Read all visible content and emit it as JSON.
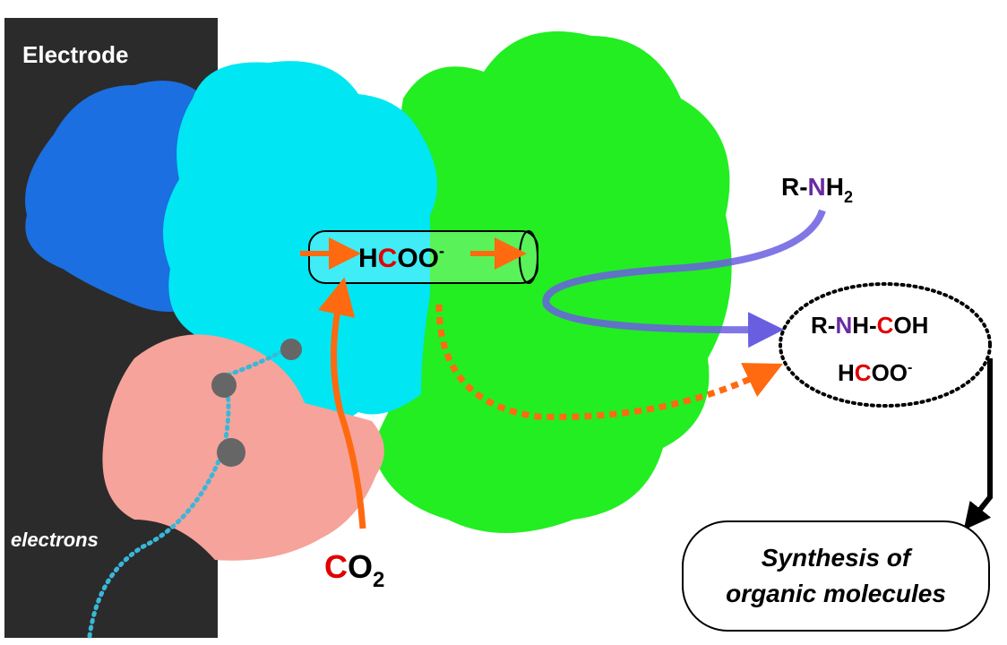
{
  "labels": {
    "electrode": "Electrode",
    "electrons": "electrons",
    "co2": {
      "c": "C",
      "o": "O",
      "sub": "2"
    },
    "tube_formate": {
      "h": "H",
      "c": "C",
      "oo": "OO",
      "charge": "-"
    },
    "amine": {
      "r": "R-",
      "n": "N",
      "h": "H",
      "sub": "2"
    },
    "product_amide": {
      "r": "R-",
      "n": "N",
      "h": "H-",
      "c": "C",
      "rest": "OH"
    },
    "product_formate": {
      "h": "H",
      "c": "C",
      "oo": "OO",
      "charge": "-"
    },
    "synthesis_line1": "Synthesis of",
    "synthesis_line2": "organic molecules"
  },
  "colors": {
    "electrode": "#2b2b2b",
    "blue_domain": "#1b6fe0",
    "cyan_domain": "#00e6f2",
    "pink_domain": "#f6a39b",
    "green_domain": "#22ee22",
    "co2_arrow": "#ff6a10",
    "amine_arrow": "#6a5ee0",
    "carbon_red": "#e00000",
    "nitrogen_purple": "#6a2aa0",
    "electron_path": "#3ab7d8"
  }
}
